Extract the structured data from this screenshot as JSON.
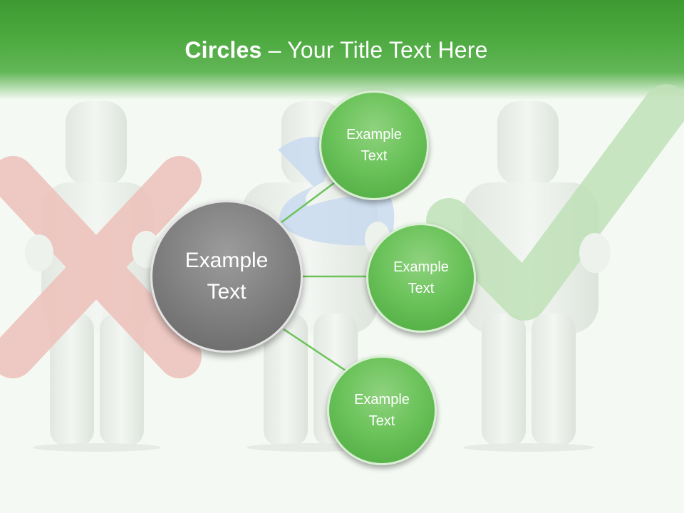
{
  "slide": {
    "title_bold": "Circles",
    "title_rest": " – Your Title Text Here"
  },
  "center_circle": {
    "line1": "Example",
    "line2": "Text"
  },
  "satellites": [
    {
      "line1": "Example",
      "line2": "Text"
    },
    {
      "line1": "Example",
      "line2": "Text"
    },
    {
      "line1": "Example",
      "line2": "Text"
    }
  ],
  "colors": {
    "header_green": "#3f9933",
    "circle_green": "#6cc35b",
    "circle_gray": "#808080",
    "connector": "#6cc35b"
  },
  "background_art": [
    "person-with-x-mark",
    "person-with-question-mark",
    "person-with-check-mark"
  ]
}
